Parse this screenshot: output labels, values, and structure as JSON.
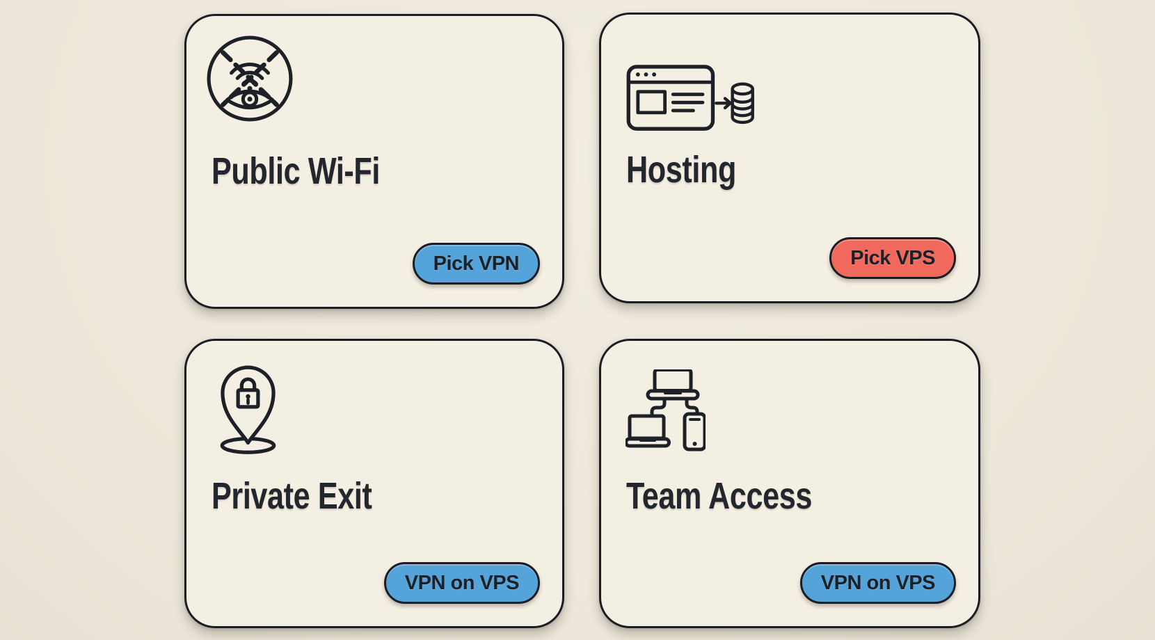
{
  "colors": {
    "page_bg": "#ece7da",
    "card_bg": "#f4efe3",
    "outline": "#1a1e24",
    "title_text": "#23272d",
    "button_text": "#1d2127",
    "blue": "#54a3d9",
    "red": "#f1695d"
  },
  "cards": [
    {
      "title": "Public Wi-Fi",
      "icon": "no-spy-wifi-icon",
      "button": {
        "label": "Pick VPN",
        "color_key": "blue"
      }
    },
    {
      "title": "Hosting",
      "icon": "browser-to-database-icon",
      "button": {
        "label": "Pick VPS",
        "color_key": "red"
      }
    },
    {
      "title": "Private Exit",
      "icon": "location-pin-lock-icon",
      "button": {
        "label": "VPN on VPS",
        "color_key": "blue"
      }
    },
    {
      "title": "Team Access",
      "icon": "connected-devices-icon",
      "button": {
        "label": "VPN on VPS",
        "color_key": "blue"
      }
    }
  ]
}
